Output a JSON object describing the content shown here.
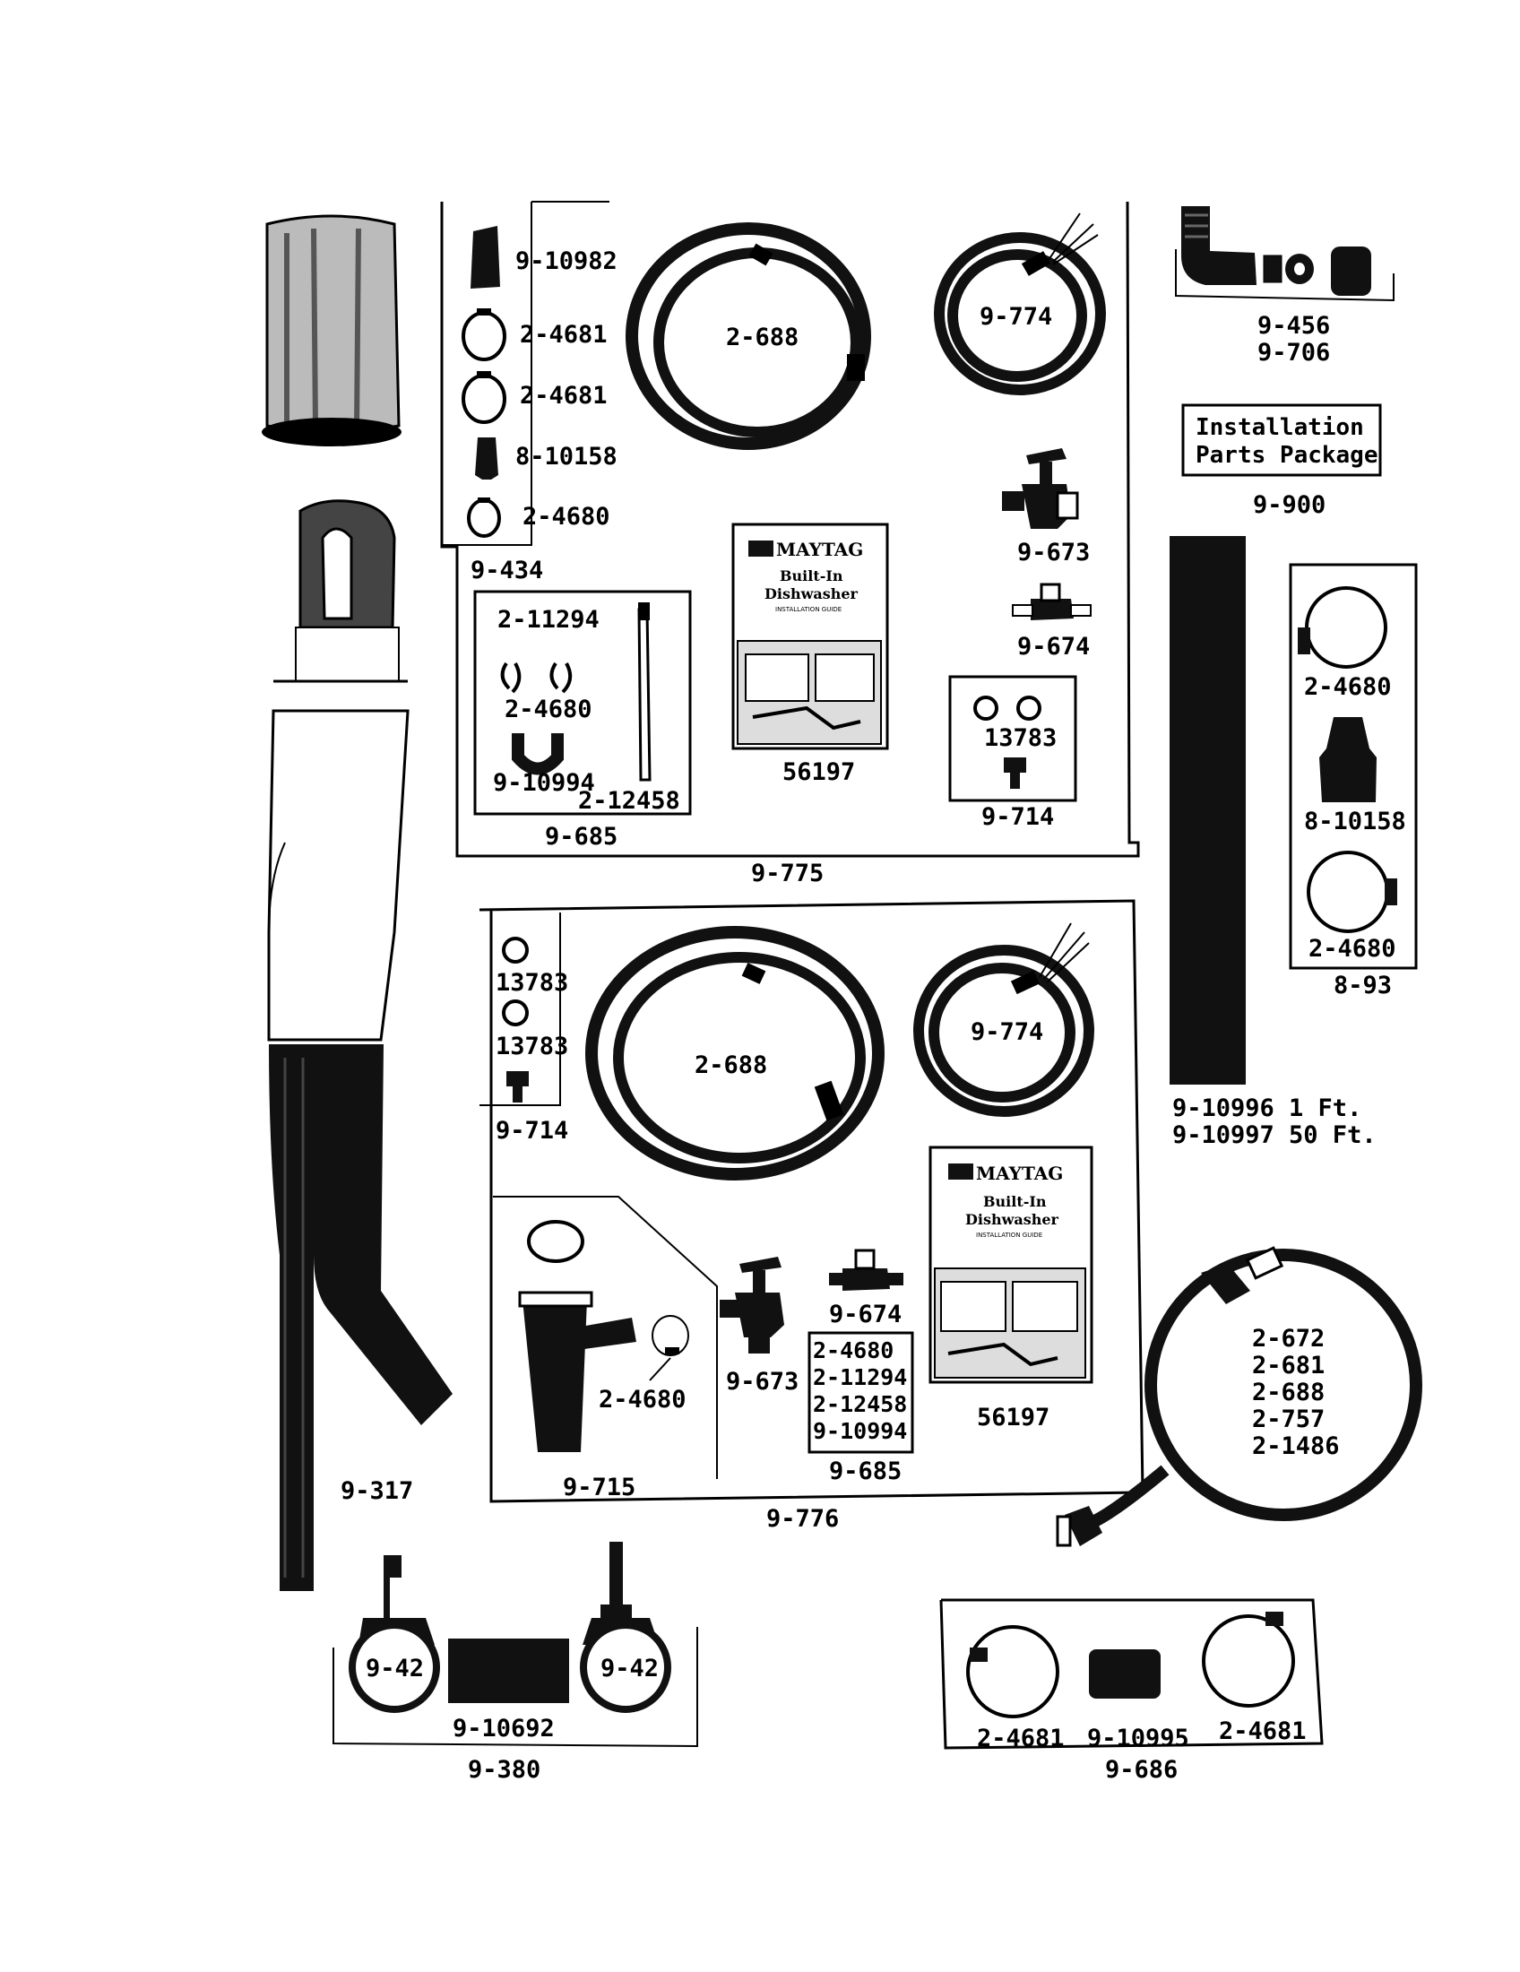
{
  "labels": {
    "tailpiece": "9-317",
    "drain_kit": "9-434",
    "adapter_top": "9-10982",
    "clamp_a": "2-4681",
    "clamp_b": "2-4681",
    "connector_a": "8-10158",
    "clamp_c": "2-4680",
    "hose_a": "2-688",
    "cord_a": "9-774",
    "valve_a": "9-673",
    "tee_a": "9-674",
    "guide_a": "56197",
    "kit_685_a_part1": "2-11294",
    "kit_685_a_part2": "2-4680",
    "kit_685_a_part3": "9-10994",
    "kit_685_a_part4": "2-12458",
    "kit_685_a": "9-685",
    "kit_714_a_part": "13783",
    "kit_714_a": "9-714",
    "pkg_775": "9-775",
    "elbow_part1": "9-456",
    "elbow_part2": "9-706",
    "install_line1": "Installation",
    "install_line2": "Parts Package",
    "install_pkg": "9-900",
    "drain_hose_1ft": "9-10996  1 Ft.",
    "drain_hose_50ft": "9-10997 50 Ft.",
    "kit93_clamp_top": "2-4680",
    "kit93_connector": "8-10158",
    "kit93_clamp_bottom": "2-4680",
    "kit93": "8-93",
    "washer_b1": "13783",
    "washer_b2": "13783",
    "kit_714_b": "9-714",
    "hose_b": "2-688",
    "cord_b": "9-774",
    "clamp_b_clip": "2-4680",
    "airgap_kit": "9-715",
    "valve_b": "9-673",
    "tee_b": "9-674",
    "kit_685_b_part1": "2-4680",
    "kit_685_b_part2": "2-11294",
    "kit_685_b_part3": "2-12458",
    "kit_685_b_part4": "9-10994",
    "kit_685_b": "9-685",
    "guide_b": "56197",
    "pkg_776": "9-776",
    "fill_hose_1": "2-672",
    "fill_hose_2": "2-681",
    "fill_hose_3": "2-688",
    "fill_hose_4": "2-757",
    "fill_hose_5": "2-1486",
    "trap_left": "9-42",
    "trap_right": "9-42",
    "trap_coupling": "9-10692",
    "trap_kit": "9-380",
    "kit686_clamp_left": "2-4681",
    "kit686_coupling": "9-10995",
    "kit686_clamp_right": "2-4681",
    "kit686": "9-686"
  },
  "guide_book": {
    "brand": "MAYTAG",
    "title_line1": "Built-In",
    "title_line2": "Dishwasher",
    "subtitle": "INSTALLATION GUIDE"
  }
}
